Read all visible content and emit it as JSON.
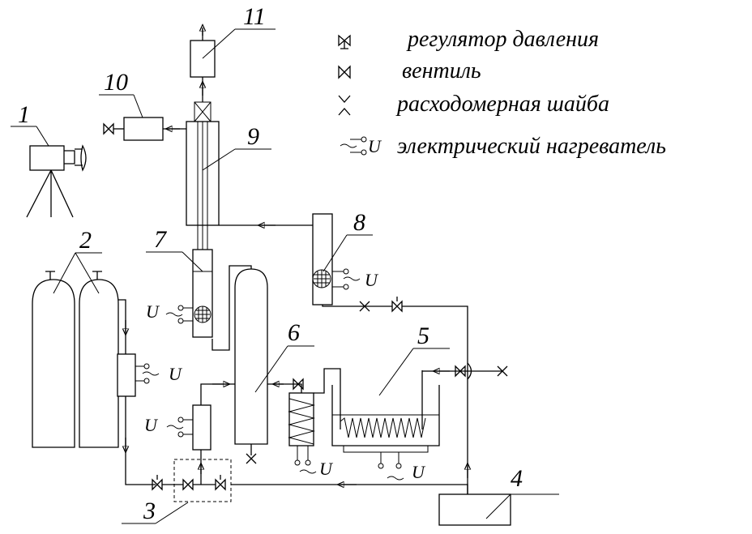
{
  "labels": {
    "n1": "1",
    "n2": "2",
    "n3": "3",
    "n4": "4",
    "n5": "5",
    "n6": "6",
    "n7": "7",
    "n8": "8",
    "n9": "9",
    "n10": "10",
    "n11": "11"
  },
  "legend": {
    "pressure_regulator": "регулятор давления",
    "valve": "вентиль",
    "flow_orifice": "расходомерная шайба",
    "electric_heater": "электрический нагреватель"
  },
  "voltage_symbol": "U"
}
